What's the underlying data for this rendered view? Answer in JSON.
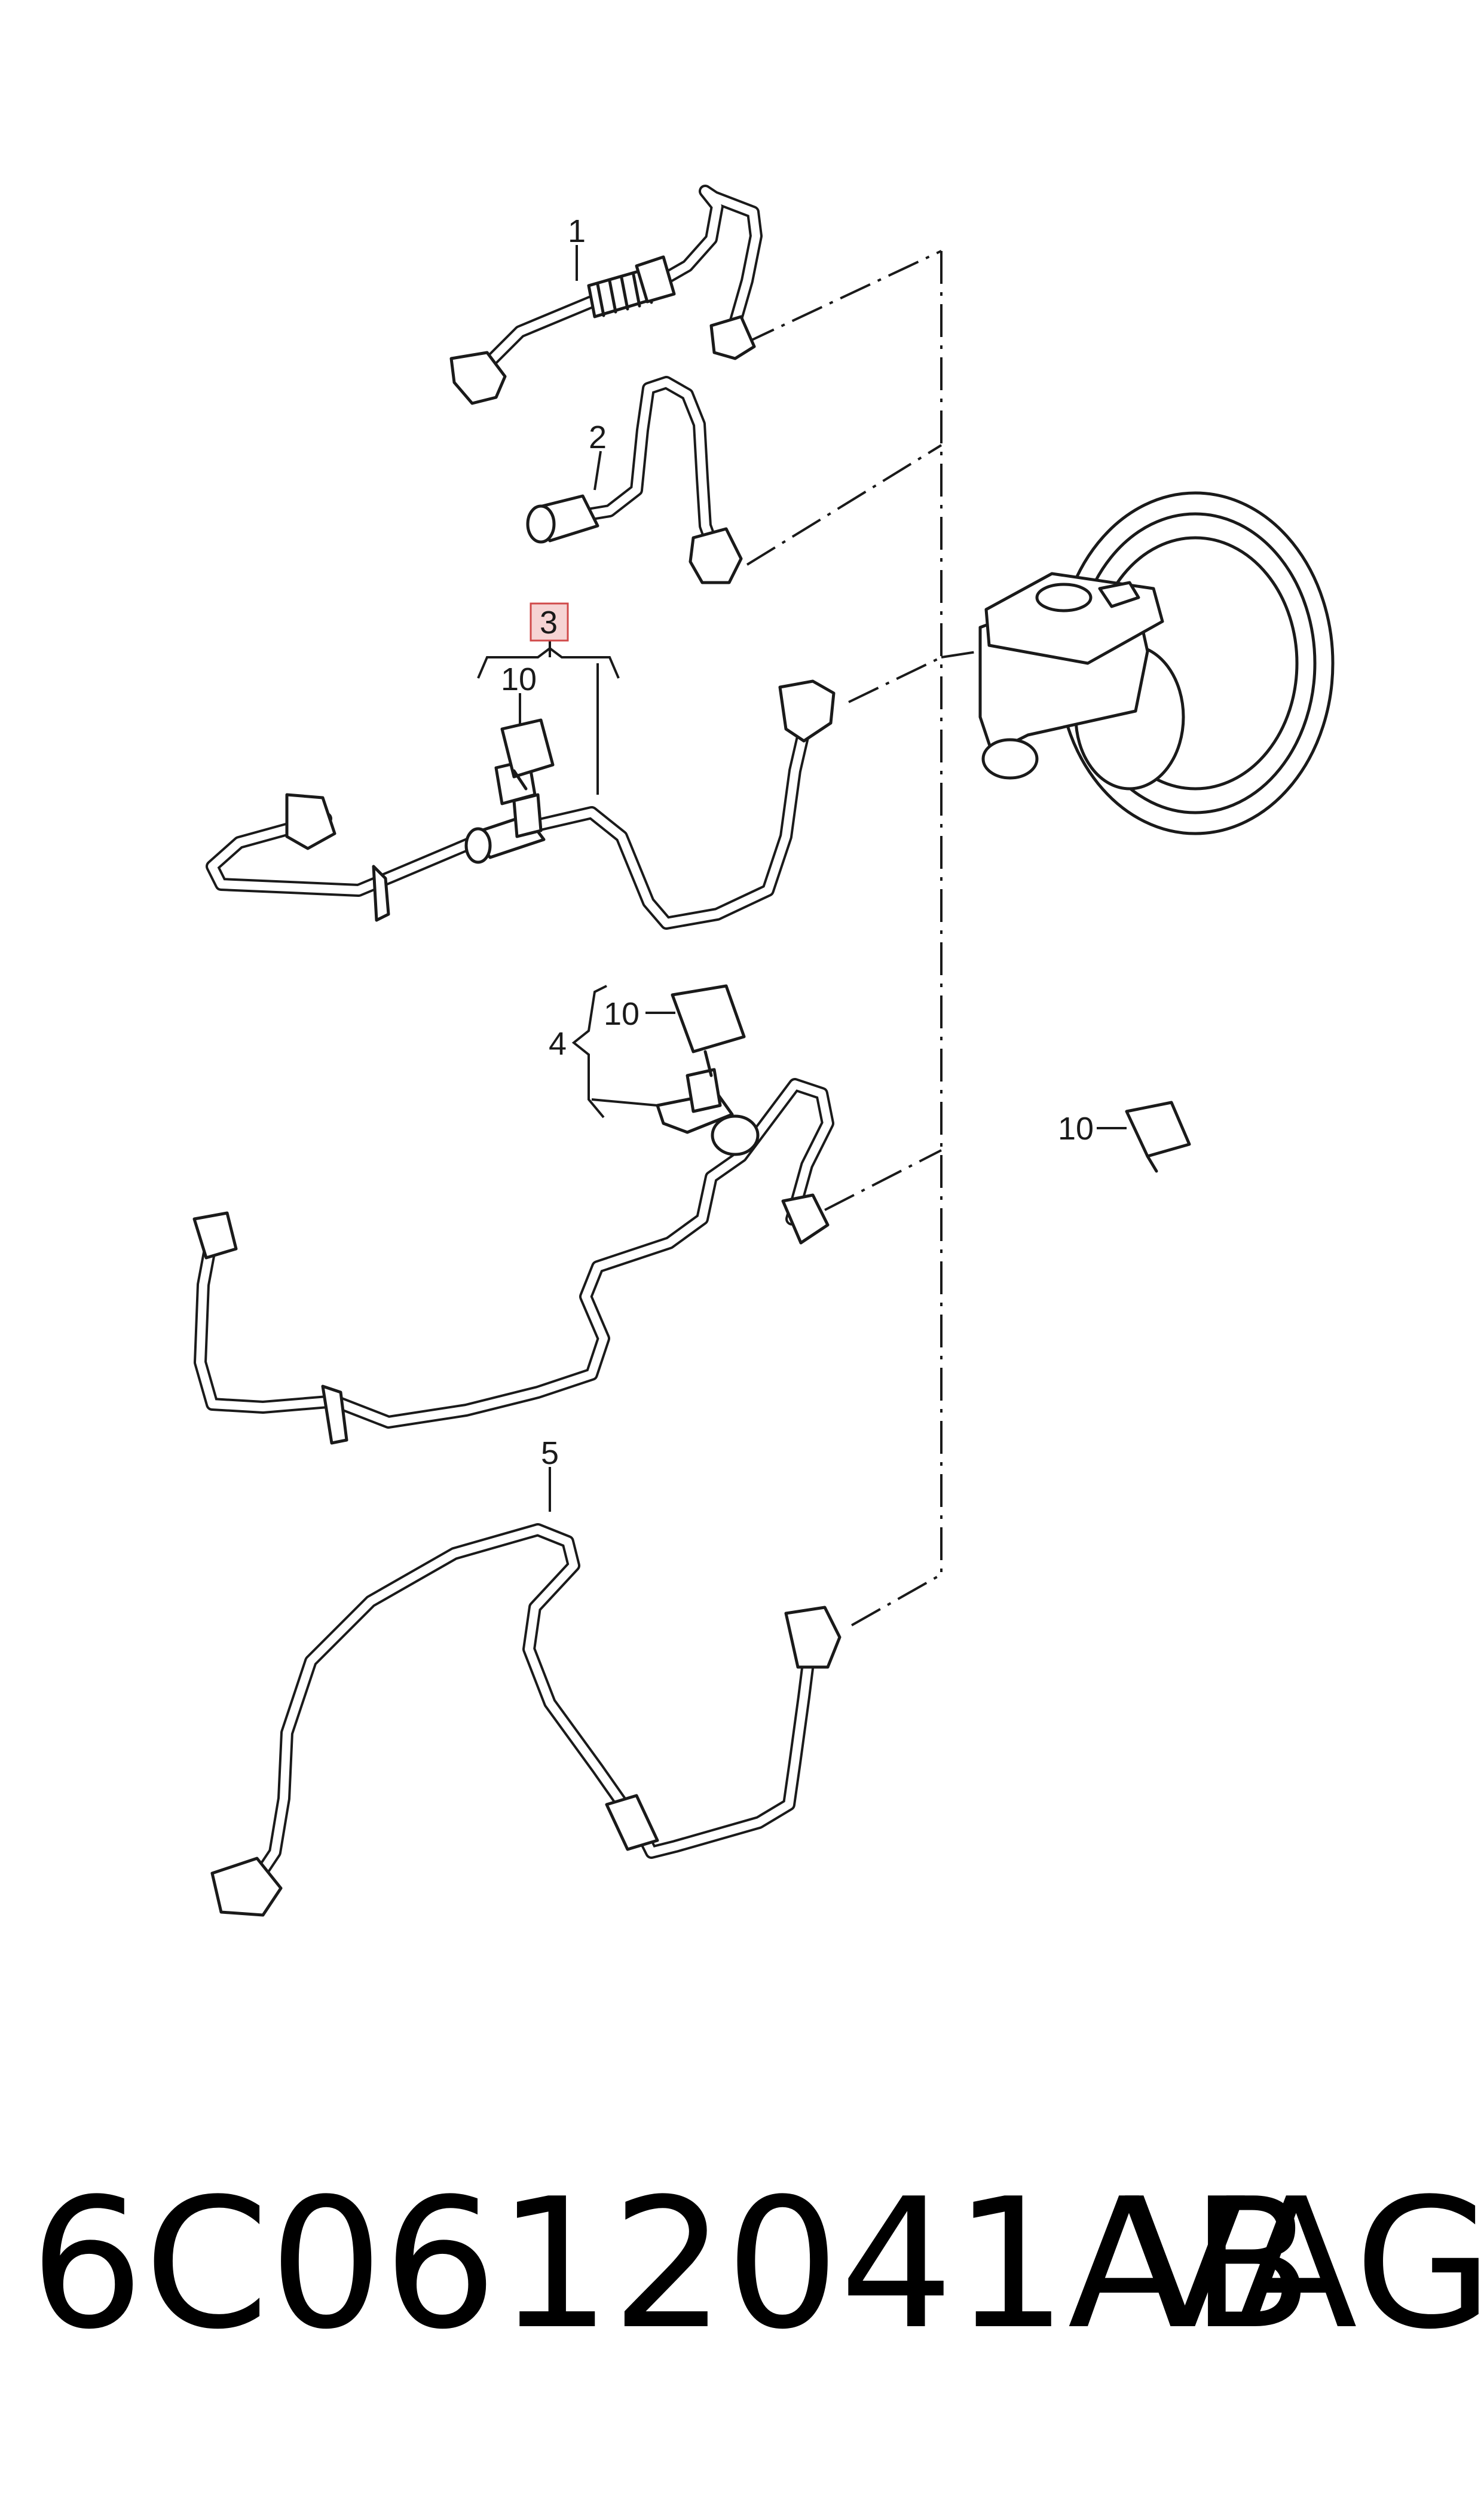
{
  "diagram": {
    "callouts": {
      "hose_1": "1",
      "hose_2": "2",
      "assembly_3": "3",
      "assembly_4": "4",
      "hose_5": "5",
      "sensor": "10"
    }
  },
  "footer": {
    "part_number": "6C0612041AB",
    "brand": "VAG"
  }
}
